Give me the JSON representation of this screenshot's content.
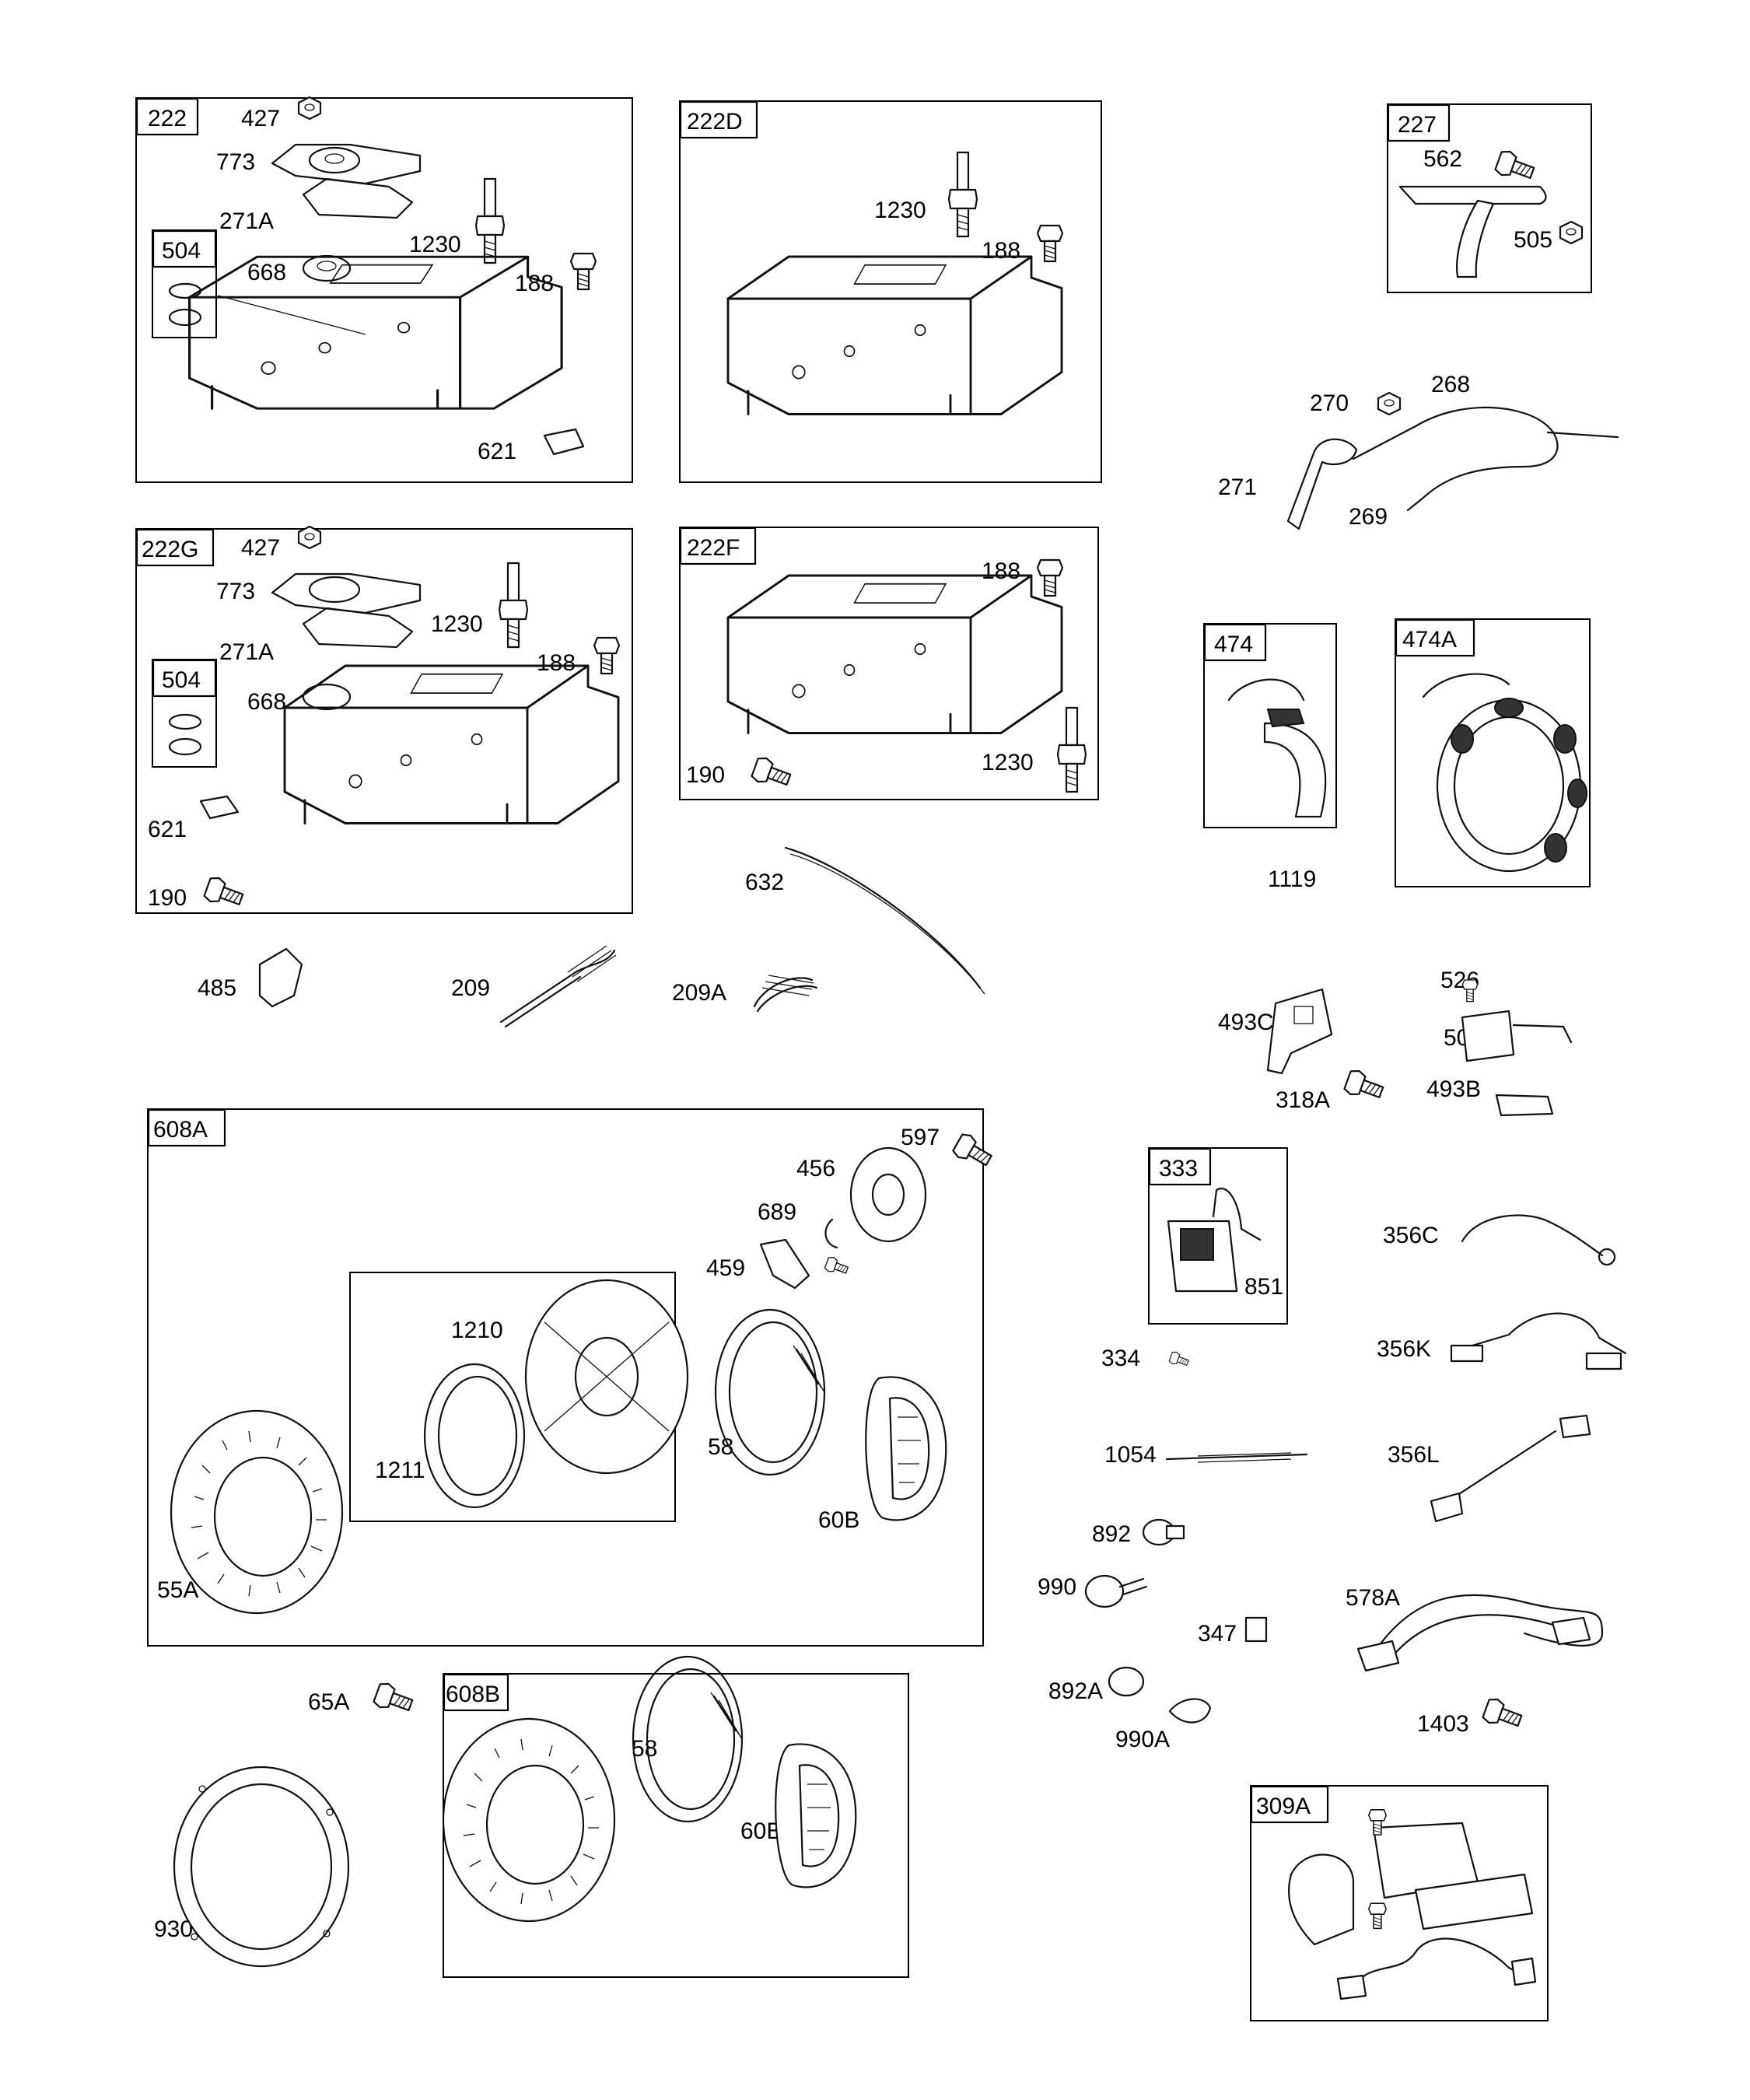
{
  "diagram": {
    "group_boxes": [
      {
        "id": "g222",
        "label": "222"
      },
      {
        "id": "g222D",
        "label": "222D"
      },
      {
        "id": "g227",
        "label": "227"
      },
      {
        "id": "g222G",
        "label": "222G"
      },
      {
        "id": "g222F",
        "label": "222F"
      },
      {
        "id": "g474",
        "label": "474"
      },
      {
        "id": "g474A",
        "label": "474A"
      },
      {
        "id": "g333",
        "label": "333"
      },
      {
        "id": "g608A",
        "label": "608A"
      },
      {
        "id": "g608B",
        "label": "608B"
      },
      {
        "id": "g309A",
        "label": "309A"
      },
      {
        "id": "g504a",
        "label": "504"
      },
      {
        "id": "g504b",
        "label": "504"
      }
    ],
    "part_labels": [
      "427",
      "773",
      "271A",
      "1230",
      "188",
      "668",
      "621",
      "1230",
      "188",
      "562",
      "505",
      "270",
      "268",
      "271",
      "269",
      "427",
      "773",
      "271A",
      "1230",
      "188",
      "668",
      "621",
      "190",
      "188",
      "190",
      "1230",
      "632",
      "1119",
      "485",
      "209",
      "209A",
      "526",
      "501",
      "493C",
      "318A",
      "493B",
      "597",
      "456",
      "689",
      "459",
      "1210",
      "1211",
      "58",
      "60B",
      "55A",
      "851",
      "334",
      "356C",
      "356K",
      "1054",
      "356L",
      "892",
      "990",
      "578A",
      "347",
      "892A",
      "990A",
      "1403",
      "65A",
      "58",
      "60B",
      "930"
    ]
  }
}
